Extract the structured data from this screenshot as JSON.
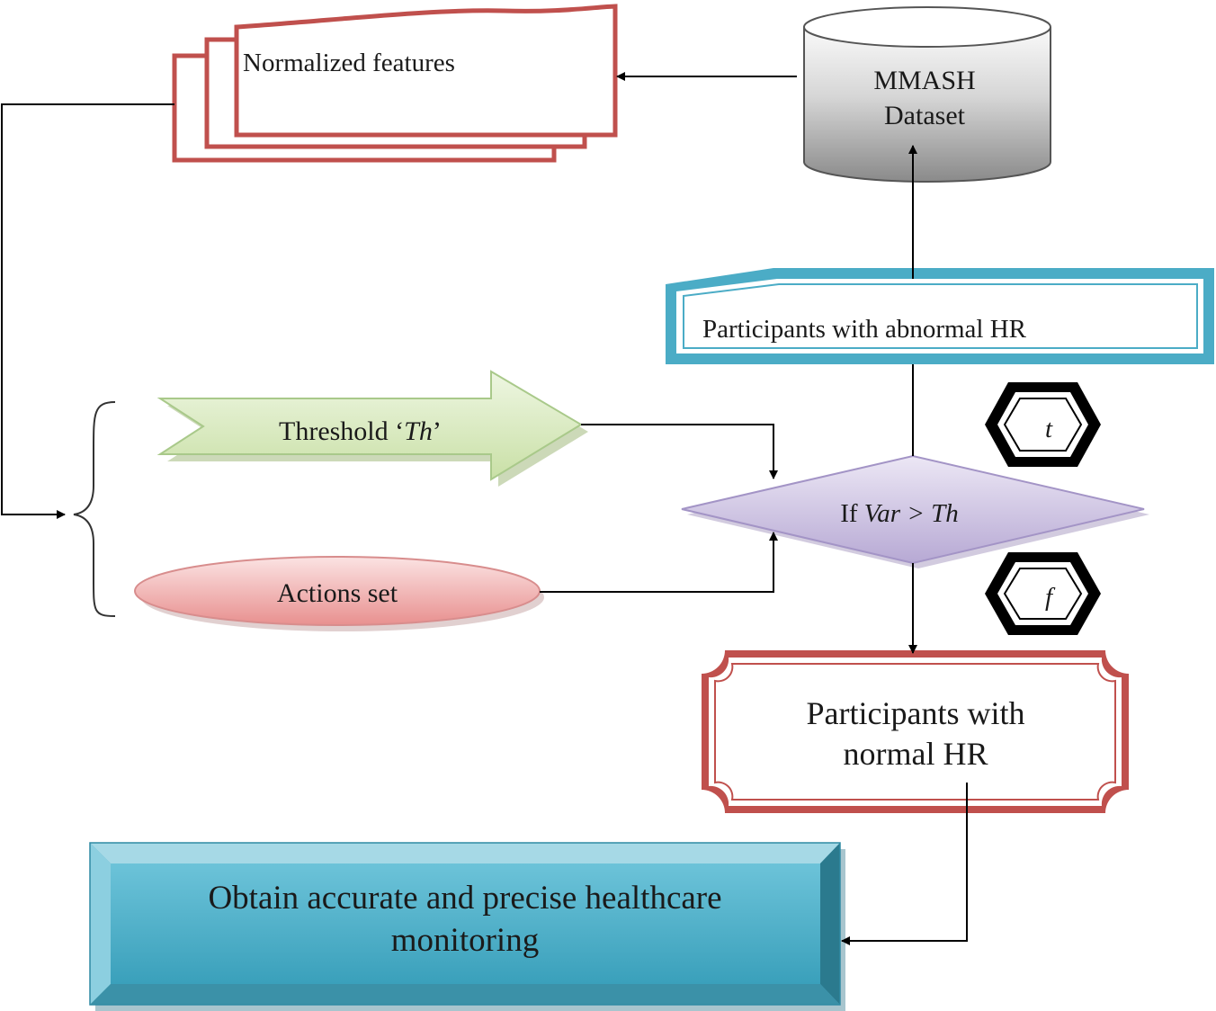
{
  "nodes": {
    "normalized_features": "Normalized features",
    "dataset_line1": "MMASH",
    "dataset_line2": "Dataset",
    "abnormal_hr": "Participants with abnormal HR",
    "threshold_prefix": "Threshold ‘",
    "threshold_var": "Th",
    "threshold_suffix": "’",
    "actions_set": "Actions set",
    "decision_prefix": "If ",
    "decision_expr": "Var > Th",
    "true_label": "t",
    "false_label": "f",
    "normal_hr_line1": "Participants with",
    "normal_hr_line2": "normal HR",
    "outcome_line1": "Obtain accurate and precise healthcare",
    "outcome_line2": "monitoring"
  },
  "colors": {
    "red_border": "#c0504d",
    "blue_border": "#4bacc6",
    "cylinder_gray": "#9a9a9a",
    "arrow_green": "#d7e9b8",
    "ellipse_pink": "#ef9c9c",
    "diamond_purple": "#c4b8dc",
    "outcome_teal": "#4bacc6",
    "connector": "#000000"
  }
}
